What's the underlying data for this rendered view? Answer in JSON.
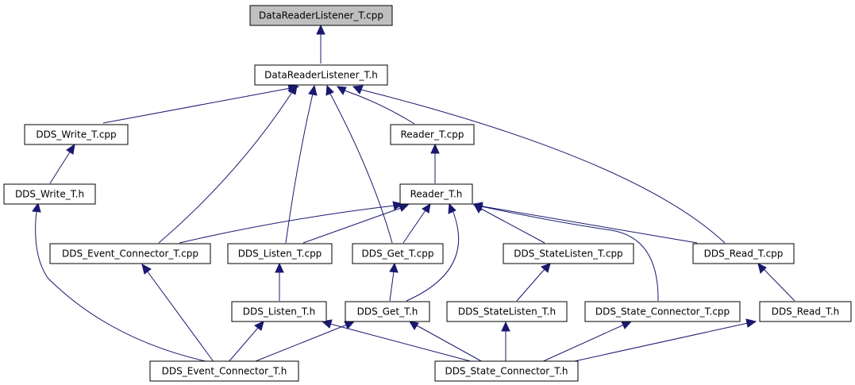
{
  "colors": {
    "edge": "#191970",
    "root_fill": "#bfbfbf",
    "node_fill": "#ffffff",
    "node_border": "#000000"
  },
  "nodes": {
    "n0": {
      "label": "DataReaderListener_T.cpp"
    },
    "n1": {
      "label": "DataReaderListener_T.h"
    },
    "n2": {
      "label": "DDS_Write_T.cpp"
    },
    "n3": {
      "label": "Reader_T.cpp"
    },
    "n4": {
      "label": "DDS_Write_T.h"
    },
    "n5": {
      "label": "Reader_T.h"
    },
    "n6": {
      "label": "DDS_Event_Connector_T.cpp"
    },
    "n7": {
      "label": "DDS_Listen_T.cpp"
    },
    "n8": {
      "label": "DDS_Get_T.cpp"
    },
    "n9": {
      "label": "DDS_StateListen_T.cpp"
    },
    "n10": {
      "label": "DDS_Read_T.cpp"
    },
    "n11": {
      "label": "DDS_Listen_T.h"
    },
    "n12": {
      "label": "DDS_Get_T.h"
    },
    "n13": {
      "label": "DDS_StateListen_T.h"
    },
    "n14": {
      "label": "DDS_State_Connector_T.cpp"
    },
    "n15": {
      "label": "DDS_Read_T.h"
    },
    "n16": {
      "label": "DDS_Event_Connector_T.h"
    },
    "n17": {
      "label": "DDS_State_Connector_T.h"
    }
  },
  "edges": [
    [
      "n1",
      "n0"
    ],
    [
      "n2",
      "n1"
    ],
    [
      "n6",
      "n1"
    ],
    [
      "n7",
      "n1"
    ],
    [
      "n8",
      "n1"
    ],
    [
      "n3",
      "n1"
    ],
    [
      "n10",
      "n1"
    ],
    [
      "n4",
      "n2"
    ],
    [
      "n5",
      "n3"
    ],
    [
      "n16",
      "n4"
    ],
    [
      "n6",
      "n5"
    ],
    [
      "n7",
      "n5"
    ],
    [
      "n8",
      "n5"
    ],
    [
      "n9",
      "n5"
    ],
    [
      "n10",
      "n5"
    ],
    [
      "n12",
      "n5"
    ],
    [
      "n14",
      "n5"
    ],
    [
      "n16",
      "n6"
    ],
    [
      "n11",
      "n7"
    ],
    [
      "n12",
      "n8"
    ],
    [
      "n13",
      "n9"
    ],
    [
      "n15",
      "n10"
    ],
    [
      "n16",
      "n11"
    ],
    [
      "n17",
      "n11"
    ],
    [
      "n16",
      "n12"
    ],
    [
      "n17",
      "n12"
    ],
    [
      "n17",
      "n13"
    ],
    [
      "n17",
      "n14"
    ],
    [
      "n17",
      "n15"
    ]
  ]
}
